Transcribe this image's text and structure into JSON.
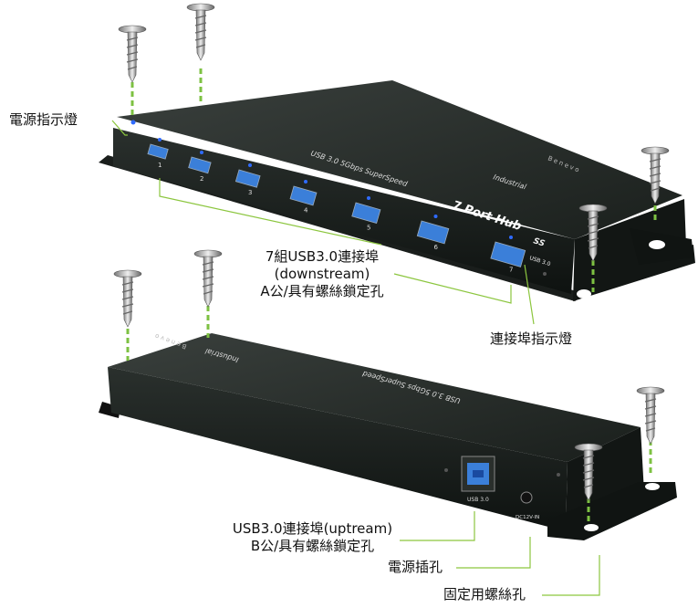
{
  "labels": {
    "power_led": "電源指示燈",
    "downstream_line1": "7組USB3.0連接埠",
    "downstream_line2": "(downstream)",
    "downstream_line3": "A公/具有螺絲鎖定孔",
    "port_led": "連接埠指示燈",
    "upstream_line1": "USB3.0連接埠(uptream)",
    "upstream_line2": "B公/具有螺絲鎖定孔",
    "power_jack": "電源插孔",
    "mount_hole": "固定用螺絲孔"
  },
  "device": {
    "spec": "USB 3.0 5Gbps SuperSpeed",
    "badge": "Industrial",
    "model": "7 Port Hub",
    "brand": "Benevo",
    "ss_logo": "SS",
    "usb_logo": "USB 3.0",
    "ports": [
      "1",
      "2",
      "3",
      "4",
      "5",
      "6",
      "7"
    ],
    "upstream_port_label": "USB 3.0",
    "dc_label": "DC12V-IN"
  },
  "colors": {
    "accent_line": "#8cc63f",
    "screw_dash": "#7dc142",
    "body": "#1e2421",
    "port": "#3b7fd9",
    "led": "#2f6bff"
  }
}
